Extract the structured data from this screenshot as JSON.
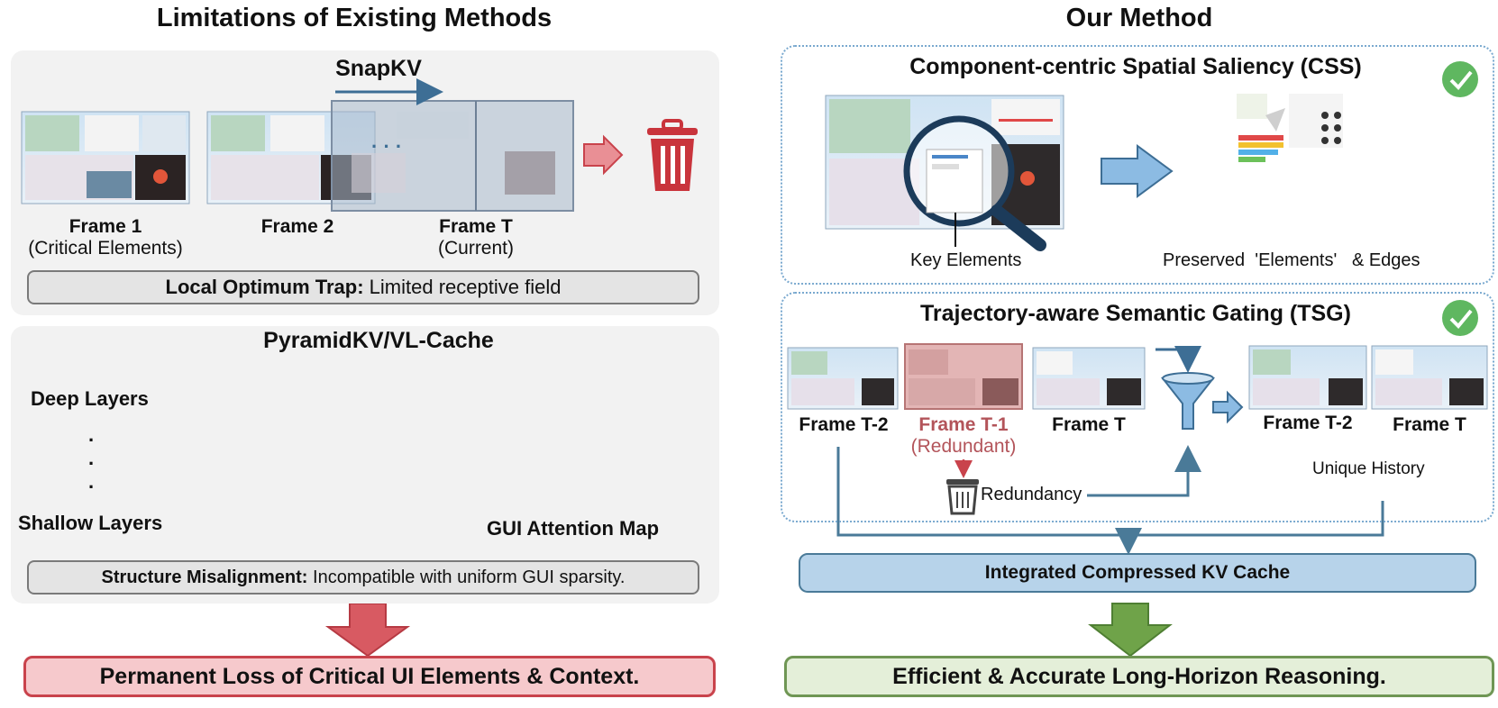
{
  "left": {
    "title": "Limitations of Existing Methods",
    "snapkv": {
      "title": "SnapKV",
      "ellipsis": "· · ·",
      "frame1": {
        "name": "Frame 1",
        "note": "(Critical Elements)"
      },
      "frame2": {
        "name": "Frame 2"
      },
      "frameT": {
        "name": "Frame T",
        "note": "(Current)"
      },
      "issue_bold": "Local Optimum Trap:",
      "issue_text": " Limited receptive field"
    },
    "pyramid": {
      "title": "PyramidKV/VL-Cache",
      "deep": "Deep Layers",
      "dots": ".\n.\n.",
      "shallow": "Shallow Layers",
      "map_label": "GUI Attention Map",
      "issue_bold": "Structure Misalignment:",
      "issue_text": " Incompatible with uniform GUI sparsity."
    },
    "result": "Permanent Loss of Critical UI Elements & Context."
  },
  "right": {
    "title": "Our Method",
    "css": {
      "title": "Component-centric Spatial Saliency (CSS)",
      "key_label": "Key Elements",
      "preserved_label": "Preserved  'Elements'   & Edges"
    },
    "tsg": {
      "title": "Trajectory-aware Semantic Gating (TSG)",
      "frame_t2": "Frame T-2",
      "frame_t1": "Frame T-1",
      "frame_t1_note": "(Redundant)",
      "frame_t": "Frame T",
      "out_t2": "Frame T-2",
      "out_t": "Frame T",
      "redundancy": "Redundancy",
      "unique": "Unique History"
    },
    "cache": "Integrated Compressed KV Cache",
    "result": "Efficient & Accurate Long-Horizon Reasoning."
  },
  "colors": {
    "left_result_bg": "#f6c9cc",
    "left_result_border": "#c9434c",
    "right_result_bg": "#e4efd9",
    "right_result_border": "#6f9654",
    "cache_bg": "#b7d3ea",
    "red_arrow": "#d85a62",
    "green_arrow": "#6fa349",
    "check": "#5fb760"
  }
}
